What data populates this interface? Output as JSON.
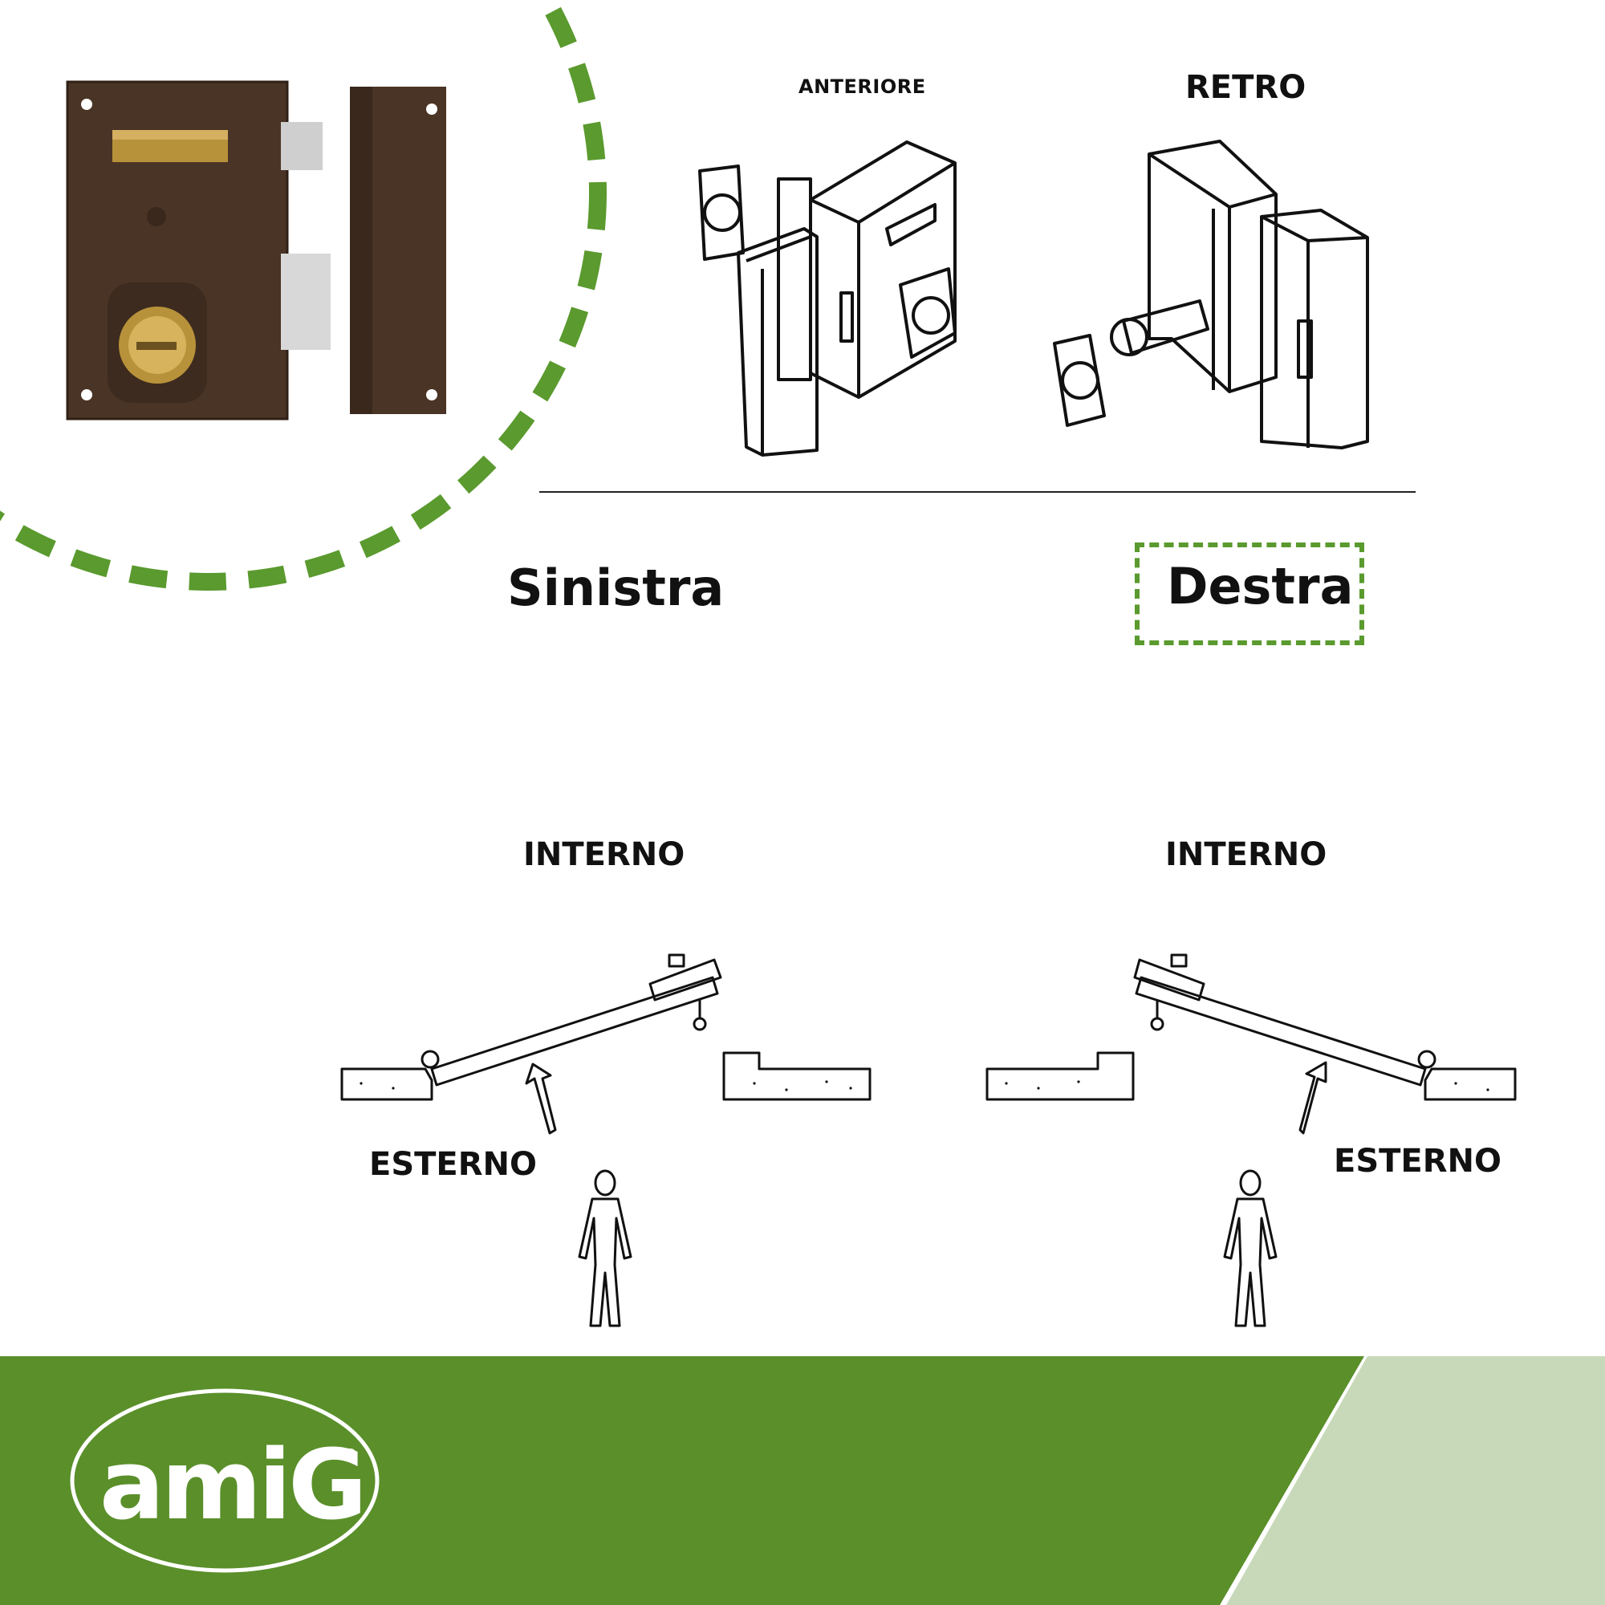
{
  "views": {
    "front_label": "ANTERIORE",
    "back_label": "RETRO"
  },
  "orientation": {
    "left_label": "Sinistra",
    "right_label": "Destra",
    "selected": "Destra"
  },
  "diagrams": {
    "left_inside": "INTERNO",
    "left_outside": "ESTERNO",
    "right_inside": "INTERNO",
    "right_outside": "ESTERNO"
  },
  "brand": {
    "logo_text": "amiG",
    "registered": "®",
    "primary_color": "#5a8f2a",
    "secondary_color": "#c8d9b9",
    "dashed_accent": "#5a9a2e"
  },
  "icons": {
    "product_photo": "rim-lock-photo-icon",
    "front_drawing": "rim-lock-front-drawing-icon",
    "back_drawing": "rim-lock-back-drawing-icon",
    "person": "person-icon",
    "arrow": "arrow-up-icon"
  }
}
